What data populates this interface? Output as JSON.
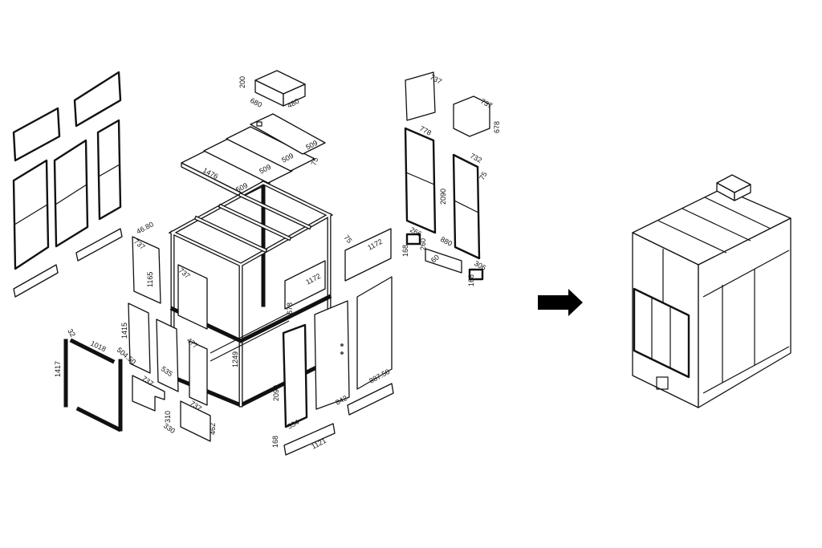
{
  "diagram": {
    "title": "Exploded view to assembled enclosure",
    "arrow_icon": "right-arrow",
    "colors": {
      "line": "#111111",
      "background": "#ffffff"
    },
    "dims": {
      "roof_box": [
        "200",
        "680",
        "480"
      ],
      "roof_panels": [
        "1476",
        "509",
        "509",
        "509",
        "509",
        "75"
      ],
      "right_parts": [
        "737",
        "737",
        "678",
        "778",
        "2090",
        "732",
        "75",
        "266",
        "260",
        "168",
        "880",
        "60",
        "306",
        "168"
      ],
      "left_parts": [
        "46.80",
        "737",
        "1165",
        "737",
        "1415",
        "504.50",
        "535",
        "737",
        "310",
        "330",
        "737",
        "462",
        "1417",
        "32",
        "1018",
        "1249",
        "477"
      ],
      "front_parts": [
        "75",
        "1172",
        "1172",
        "678",
        "2090",
        "534",
        "842",
        "887.50",
        "168",
        "1121"
      ]
    }
  }
}
